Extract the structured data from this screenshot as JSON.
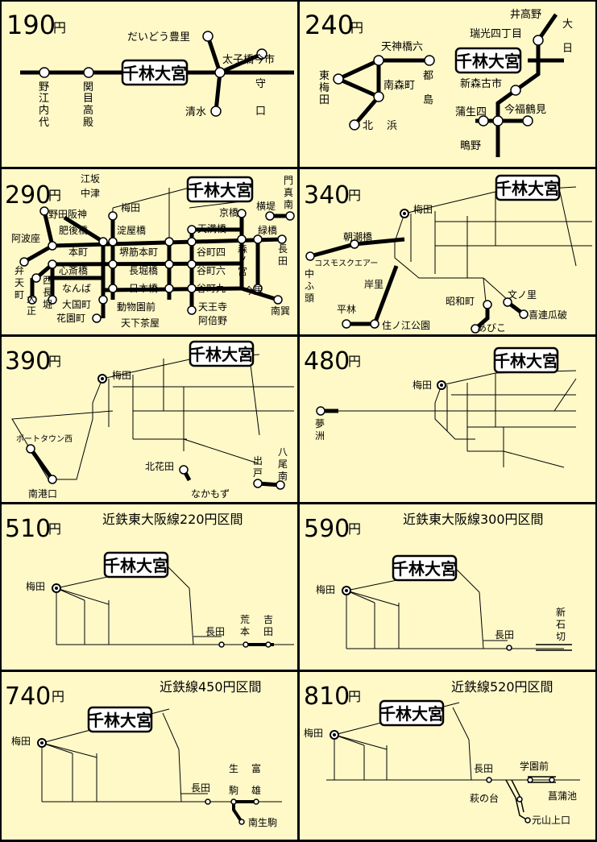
{
  "fare_unit": "円",
  "station_label": "千林大宮",
  "panels": [
    {
      "fare": "190",
      "notes": "",
      "stations": [
        "だいどう豊里",
        "太子橋今市",
        "守",
        "口",
        "清水",
        "野",
        "江",
        "内",
        "代",
        "関",
        "目",
        "高",
        "殿"
      ]
    },
    {
      "fare": "240",
      "notes": "",
      "stations": [
        "井高野",
        "大",
        "日",
        "瑞光四丁目",
        "天神橋六",
        "都",
        "島",
        "東",
        "梅",
        "田",
        "南森町",
        "北",
        "浜",
        "新森古市",
        "蒲生四",
        "今福鶴見",
        "鴫野"
      ]
    },
    {
      "fare": "290",
      "notes": "",
      "stations": [
        "江坂",
        "中津",
        "梅田",
        "野田阪神",
        "門",
        "真",
        "南",
        "横堤",
        "京橋",
        "肥後橋",
        "淀屋橋",
        "天満橋",
        "緑橋",
        "阿波座",
        "森",
        "ノ",
        "宮",
        "本町",
        "堺筋本町",
        "谷町四",
        "長",
        "田",
        "心斎橋",
        "長堀橋",
        "谷町六",
        "弁",
        "天",
        "町",
        "西",
        "長",
        "堀",
        "大",
        "正",
        "なんば",
        "日本橋",
        "谷町九",
        "今里",
        "大国町",
        "動物園前",
        "天王寺",
        "南巽",
        "花園町",
        "天下茶屋",
        "阿倍野"
      ]
    },
    {
      "fare": "340",
      "notes": "",
      "stations": [
        "梅田",
        "朝潮橋",
        "コスモスクエアー",
        "中",
        "ふ",
        "頭",
        "岸里",
        "昭和町",
        "文ノ里",
        "平林",
        "住ノ江公園",
        "あびこ",
        "喜連瓜破"
      ]
    },
    {
      "fare": "390",
      "notes": "",
      "stations": [
        "梅田",
        "ポートタウン西",
        "北花田",
        "出",
        "戸",
        "八",
        "尾",
        "南",
        "南港口",
        "なかもず"
      ]
    },
    {
      "fare": "480",
      "notes": "",
      "stations": [
        "梅田",
        "夢",
        "洲"
      ]
    },
    {
      "fare": "510",
      "notes": "近鉄東大阪線220円区間",
      "stations": [
        "梅田",
        "荒",
        "本",
        "吉",
        "田",
        "長田"
      ]
    },
    {
      "fare": "590",
      "notes": "近鉄東大阪線300円区間",
      "stations": [
        "梅田",
        "新",
        "石",
        "切",
        "長田"
      ]
    },
    {
      "fare": "740",
      "notes": "近鉄線450円区間",
      "stations": [
        "梅田",
        "生",
        "駒",
        "富",
        "雄",
        "長田",
        "南生駒"
      ]
    },
    {
      "fare": "810",
      "notes": "近鉄線520円区間",
      "stations": [
        "梅田",
        "長田",
        "学園前",
        "萩の台",
        "菖蒲池",
        "元山上口"
      ]
    }
  ],
  "colors": {
    "panel": "#FFF9C8",
    "line": "#000000",
    "border": "#000000"
  }
}
